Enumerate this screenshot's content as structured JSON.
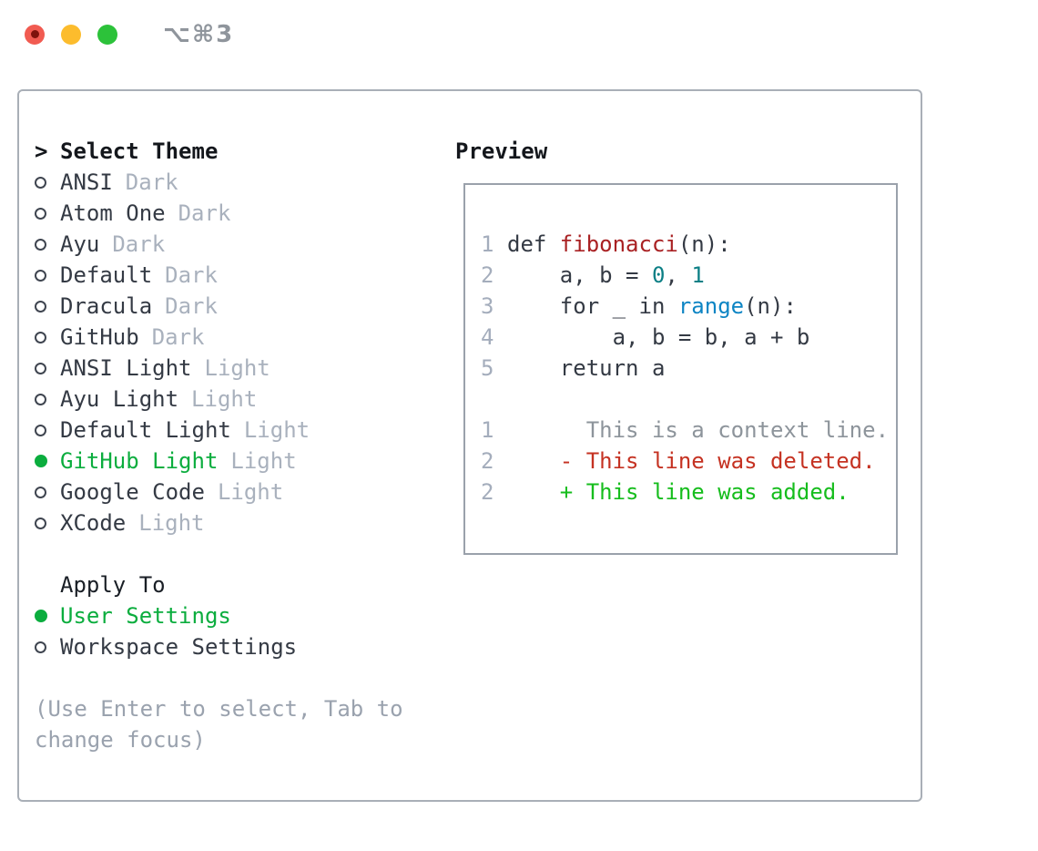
{
  "window": {
    "title": "⌥⌘3",
    "traffic_lights": [
      "close",
      "minimize",
      "zoom"
    ]
  },
  "theme_picker": {
    "prompt_marker": ">",
    "title": "Select Theme",
    "themes": [
      {
        "name": "ANSI",
        "tag": "Dark",
        "selected": false
      },
      {
        "name": "Atom One",
        "tag": "Dark",
        "selected": false
      },
      {
        "name": "Ayu",
        "tag": "Dark",
        "selected": false
      },
      {
        "name": "Default",
        "tag": "Dark",
        "selected": false
      },
      {
        "name": "Dracula",
        "tag": "Dark",
        "selected": false
      },
      {
        "name": "GitHub",
        "tag": "Dark",
        "selected": false
      },
      {
        "name": "ANSI Light",
        "tag": "Light",
        "selected": false
      },
      {
        "name": "Ayu Light",
        "tag": "Light",
        "selected": false
      },
      {
        "name": "Default Light",
        "tag": "Light",
        "selected": false
      },
      {
        "name": "GitHub Light",
        "tag": "Light",
        "selected": true
      },
      {
        "name": "Google Code",
        "tag": "Light",
        "selected": false
      },
      {
        "name": "XCode",
        "tag": "Light",
        "selected": false
      }
    ],
    "apply_to": {
      "title": "Apply To",
      "options": [
        {
          "label": "User Settings",
          "selected": true
        },
        {
          "label": "Workspace Settings",
          "selected": false
        }
      ]
    },
    "hint_lines": [
      "(Use Enter to select, Tab to",
      "change focus)"
    ]
  },
  "preview": {
    "title": "Preview",
    "code_lines": [
      {
        "num": "1",
        "tokens": [
          [
            "plain",
            "def "
          ],
          [
            "func",
            "fibonacci"
          ],
          [
            "plain",
            "(n):"
          ]
        ]
      },
      {
        "num": "2",
        "tokens": [
          [
            "plain",
            "    a, b = "
          ],
          [
            "number",
            "0"
          ],
          [
            "plain",
            ", "
          ],
          [
            "number",
            "1"
          ]
        ]
      },
      {
        "num": "3",
        "tokens": [
          [
            "plain",
            "    for _ in "
          ],
          [
            "builtin",
            "range"
          ],
          [
            "plain",
            "(n):"
          ]
        ]
      },
      {
        "num": "4",
        "tokens": [
          [
            "plain",
            "        a, b = b, a + b"
          ]
        ]
      },
      {
        "num": "5",
        "tokens": [
          [
            "plain",
            "    return a"
          ]
        ]
      },
      {
        "num": "",
        "tokens": []
      },
      {
        "num": "1",
        "tokens": [
          [
            "context",
            "      This is a context line."
          ]
        ]
      },
      {
        "num": "2",
        "tokens": [
          [
            "deleted",
            "    - This line was deleted."
          ]
        ]
      },
      {
        "num": "2",
        "tokens": [
          [
            "added",
            "    + This line was added."
          ]
        ]
      }
    ]
  },
  "colors": {
    "accent_green": "#0bad3e",
    "added_green": "#16bd1d",
    "deleted_red": "#c53222",
    "function_red": "#a92123",
    "number_teal": "#0c7f85",
    "builtin_blue": "#0d85c4",
    "muted_gray": "#a9b1bd",
    "panel_border": "#a9afb7",
    "traffic_red": "#f15b51",
    "traffic_yellow": "#fcbc2d",
    "traffic_green": "#2cc23a"
  }
}
